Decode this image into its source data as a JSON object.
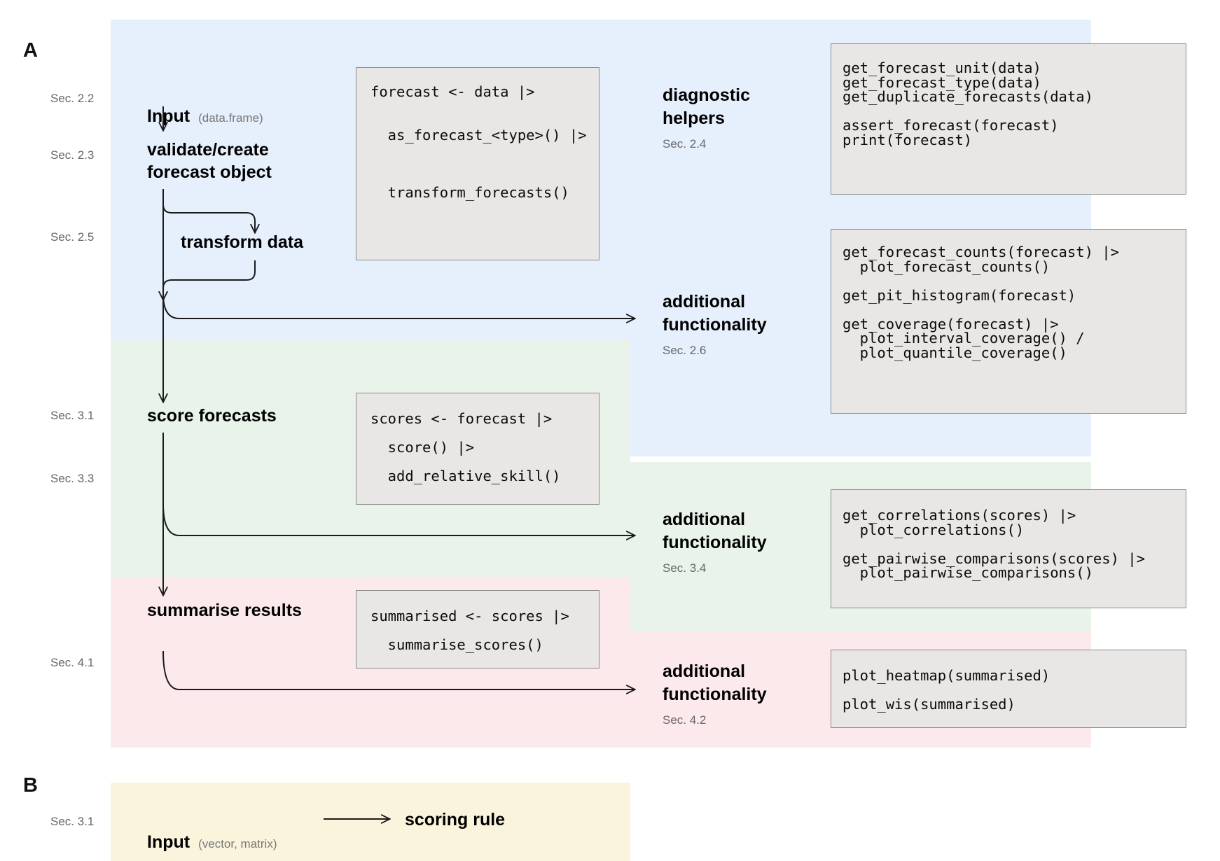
{
  "panels": {
    "a": {
      "letter": "A"
    },
    "b": {
      "letter": "B"
    }
  },
  "section_markers": [
    {
      "id": "sec-2-2",
      "label": "Sec. 2.2"
    },
    {
      "id": "sec-2-3",
      "label": "Sec. 2.3"
    },
    {
      "id": "sec-2-5",
      "label": "Sec. 2.5"
    },
    {
      "id": "sec-3-1",
      "label": "Sec. 3.1"
    },
    {
      "id": "sec-3-3",
      "label": "Sec. 3.3"
    },
    {
      "id": "sec-4-1",
      "label": "Sec. 4.1"
    },
    {
      "id": "sec-3-1-b",
      "label": "Sec. 3.1"
    }
  ],
  "flow_steps": {
    "input": {
      "label": "Input",
      "annotation": "(data.frame)"
    },
    "validate": {
      "label": "validate/create\nforecast object"
    },
    "transform": {
      "label": "transform data"
    },
    "score": {
      "label": "score forecasts"
    },
    "summarise": {
      "label": "summarise results"
    }
  },
  "right_labels": {
    "diagnostic_helpers": {
      "label": "diagnostic\nhelpers",
      "section": "Sec. 2.4"
    },
    "additional_2_6": {
      "label": "additional\nfunctionality",
      "section": "Sec. 2.6"
    },
    "additional_3_4": {
      "label": "additional\nfunctionality",
      "section": "Sec. 3.4"
    },
    "additional_4_2": {
      "label": "additional\nfunctionality",
      "section": "Sec. 4.2"
    }
  },
  "code_boxes": {
    "create_forecast": "forecast <- data |>\n\n\n  as_forecast_<type>() |>\n\n\n\n  transform_forecasts()",
    "diagnostic_helpers": "get_forecast_unit(data)\nget_forecast_type(data)\nget_duplicate_forecasts(data)\n\nassert_forecast(forecast)\nprint(forecast)",
    "additional_2_6": "get_forecast_counts(forecast) |>\n  plot_forecast_counts()\n\nget_pit_histogram(forecast)\n\nget_coverage(forecast) |>\n  plot_interval_coverage() /\n  plot_quantile_coverage()",
    "score": "scores <- forecast |>\n\n  score() |>\n\n  add_relative_skill()",
    "additional_3_4": "get_correlations(scores) |>\n  plot_correlations()\n\nget_pairwise_comparisons(scores) |>\n  plot_pairwise_comparisons()",
    "summarise": "summarised <- scores |>\n\n  summarise_scores()",
    "additional_4_2": "plot_heatmap(summarised)\n\nplot_wis(summarised)"
  },
  "panel_b": {
    "input_label": "Input",
    "input_annotation": "(vector, matrix)",
    "target_label": "scoring rule"
  },
  "colors": {
    "band_blue": "#e6effc",
    "band_green": "#e9f3ea",
    "band_pink": "#fbe9ec",
    "band_yellow": "#fbf4dc",
    "code_background": "#e8e7e5",
    "code_border": "#8a8a8a",
    "text_primary": "#000000",
    "text_muted": "#777777",
    "arrow": "#1a1a1a"
  }
}
